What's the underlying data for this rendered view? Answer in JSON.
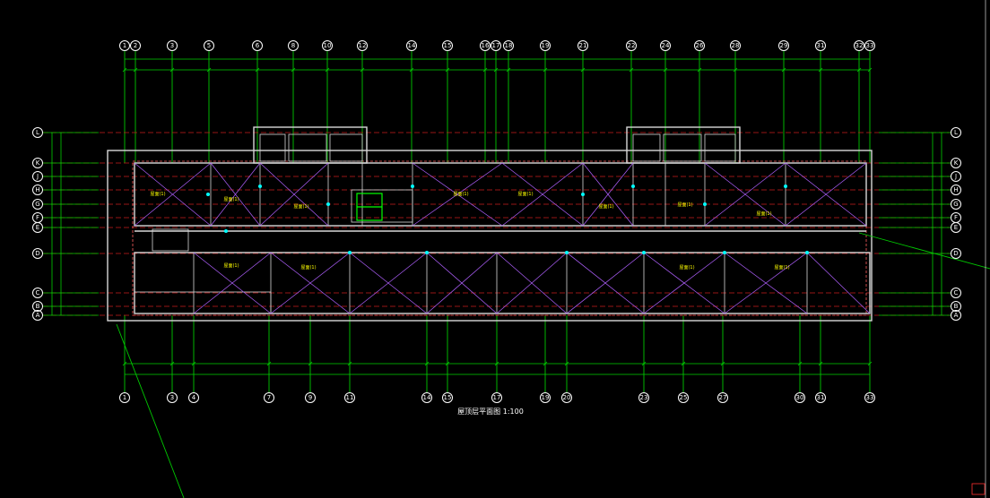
{
  "title": "屋顶层平面图 1:100",
  "top_axes": [
    "1",
    "2",
    "3",
    "5",
    "6",
    "8",
    "10",
    "12",
    "14",
    "15",
    "16",
    "17",
    "18",
    "19",
    "21",
    "22",
    "24",
    "26",
    "28",
    "29",
    "31",
    "32",
    "33"
  ],
  "bottom_axes": [
    "1",
    "3",
    "4",
    "7",
    "9",
    "11",
    "14",
    "15",
    "17",
    "19",
    "20",
    "23",
    "25",
    "27",
    "30",
    "31",
    "33"
  ],
  "left_rows": [
    "L",
    "K",
    "J",
    "H",
    "G",
    "F",
    "E",
    "D",
    "C",
    "B",
    "A"
  ],
  "right_rows": [
    "L",
    "K",
    "J",
    "H",
    "G",
    "F",
    "E",
    "D",
    "C",
    "B",
    "A"
  ],
  "rooms": [
    {
      "label": "屋面(1)"
    },
    {
      "label": "屋面(1)"
    },
    {
      "label": "屋面(1)"
    },
    {
      "label": "屋面(1)"
    },
    {
      "label": "屋面(1)"
    },
    {
      "label": "屋面(1)"
    },
    {
      "label": "屋面(1)"
    },
    {
      "label": "屋面(1)"
    },
    {
      "label": "屋面(1)"
    },
    {
      "label": "屋面(1)"
    },
    {
      "label": "屋面(1)"
    },
    {
      "label": "屋面(1)"
    }
  ],
  "colors": {
    "grid": "#00c800",
    "axis": "#ffffff",
    "walls": "#d8d8d8",
    "diag": "#b060ff",
    "labels": "#ffff00"
  }
}
